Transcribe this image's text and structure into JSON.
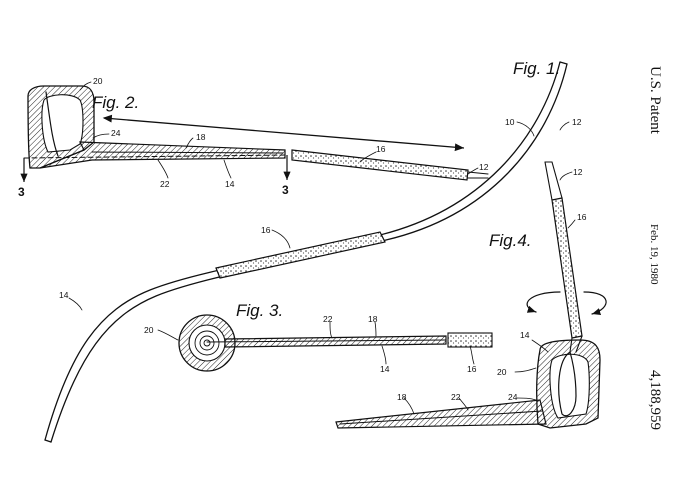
{
  "header": {
    "office": "U.S. Patent",
    "date": "Feb. 19, 1980",
    "number": "4,188,959"
  },
  "figures": {
    "fig1": "Fig. 1.",
    "fig2": "Fig. 2.",
    "fig3": "Fig. 3.",
    "fig4": "Fig.4."
  },
  "refs": {
    "r10": "10",
    "r12": "12",
    "r14": "14",
    "r16": "16",
    "r18": "18",
    "r20": "20",
    "r22": "22",
    "r24": "24",
    "section": "3"
  }
}
